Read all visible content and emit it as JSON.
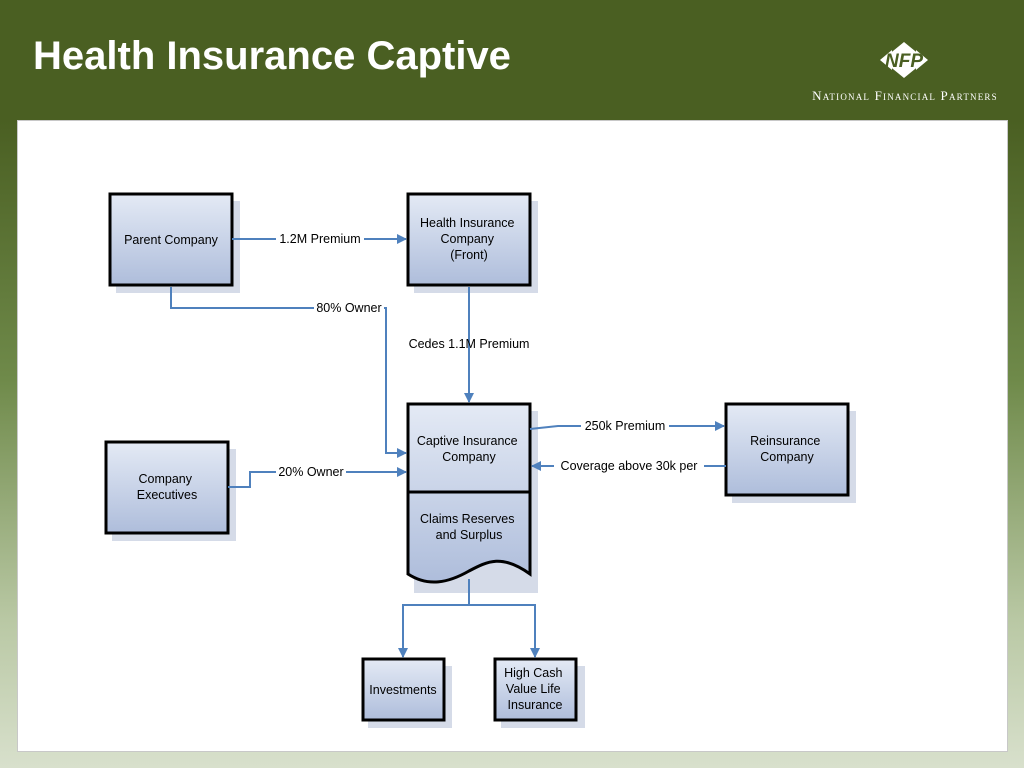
{
  "title": "Health Insurance Captive",
  "logo": {
    "monogram": "NFP",
    "name": "National Financial Partners"
  },
  "diagram": {
    "nodes": {
      "parent_company": {
        "lines": [
          "Parent Company"
        ]
      },
      "health_insurance_company": {
        "lines": [
          "Health Insurance",
          "Company",
          "(Front)"
        ]
      },
      "company_executives": {
        "lines": [
          "Company",
          "Executives"
        ]
      },
      "captive_insurance_company": {
        "lines": [
          "Captive Insurance",
          "Company"
        ]
      },
      "claims_reserves": {
        "lines": [
          "Claims Reserves",
          "and Surplus"
        ]
      },
      "reinsurance_company": {
        "lines": [
          "Reinsurance",
          "Company"
        ]
      },
      "investments": {
        "lines": [
          "Investments"
        ]
      },
      "life_insurance": {
        "lines": [
          "High Cash",
          "Value Life",
          "Insurance"
        ]
      }
    },
    "edges": {
      "premium_to_front": "1.2M Premium",
      "owner_80": "80% Owner",
      "cedes": "Cedes 1.1M Premium",
      "owner_20": "20% Owner",
      "premium_to_reinsurer": "250k Premium",
      "coverage": "Coverage above 30k per"
    },
    "colors": {
      "box_fill_light": "#e4eaf5",
      "box_fill_dark": "#aebddb",
      "box_border": "#000000",
      "connector": "#4f81bd",
      "shadow": "#d5dbe8"
    }
  }
}
